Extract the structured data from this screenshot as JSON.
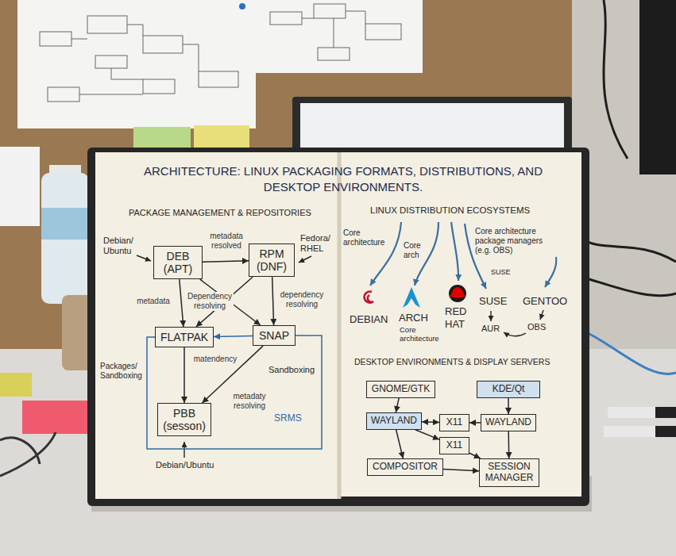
{
  "diagram": {
    "title": "ARCHITECTURE: LINUX PACKAGING FORMATS, DISTRIBUTIONS, AND DESKTOP ENVIRONMENTS.",
    "nodes": [
      {
        "text": [
          "DEB (APT)"
        ]
      },
      {
        "text": [
          "RPM (DNF)"
        ]
      },
      {
        "text": [
          "FLATPAK"
        ]
      },
      {
        "text": [
          "SNAP"
        ]
      },
      {
        "text": [
          "PBB (sesson)"
        ]
      },
      {
        "text": [
          "GNOME/GTK"
        ]
      },
      {
        "text": [
          "KDE/Qt"
        ]
      },
      {
        "text": [
          "WAYLAND"
        ]
      },
      {
        "text": [
          "X11"
        ]
      },
      {
        "text": [
          "WAYLAND"
        ]
      },
      {
        "text": [
          "X11"
        ]
      },
      {
        "text": [
          "COMPOSITOR"
        ]
      },
      {
        "text": [
          "SESSION MANAGER"
        ]
      }
    ],
    "edges": [
      {
        "from": 0,
        "to": 1,
        "arrow": "to",
        "label": "metadata resolved"
      },
      {
        "from": 0,
        "to": 2,
        "arrow": "to",
        "label": "metadata"
      },
      {
        "from": 0,
        "to": 3,
        "arrow": "to",
        "label": "Dependency resolving"
      },
      {
        "from": 1,
        "to": 2,
        "arrow": "to"
      },
      {
        "from": 1,
        "to": 3,
        "arrow": "to",
        "label": "dependency resolving"
      },
      {
        "from": 3,
        "to": 2,
        "arrow": "to",
        "label": "matendency"
      },
      {
        "from": 2,
        "to": 4,
        "arrow": "to"
      },
      {
        "from": 3,
        "to": 4,
        "arrow": "to",
        "label": "metadaty resolving"
      },
      {
        "from": 3,
        "to": 2,
        "arrow": "none"
      },
      {
        "from": 5,
        "to": 7,
        "arrow": "to"
      },
      {
        "from": 6,
        "to": 9,
        "arrow": "to"
      },
      {
        "from": 7,
        "to": 8,
        "arrow": "both"
      },
      {
        "from": 9,
        "to": 8,
        "arrow": "to"
      },
      {
        "from": 7,
        "to": 10,
        "arrow": "to"
      },
      {
        "from": 7,
        "to": 11,
        "arrow": "to"
      },
      {
        "from": 11,
        "to": 12,
        "arrow": "to"
      },
      {
        "from": 10,
        "to": 12,
        "arrow": "to"
      },
      {
        "from": 9,
        "to": 12,
        "arrow": "to"
      }
    ],
    "labels": [
      "PACKAGE MANAGEMENT & REPOSITORIES",
      "Debian/ Ubuntu",
      "Fedora/ RHEL",
      "Packages/ Sandboxing",
      "Sandboxing",
      "SRMS",
      "Debian/Ubuntu",
      "LINUX DISTRIBUTION ECOSYSTEMS",
      "Core architecture",
      "Core arch",
      "Core architecture package managers (e.g. OBS)",
      "SUSE",
      "DEBIAN",
      "ARCH",
      "Core architecture",
      "RED HAT",
      "SUSE",
      "GENTOO",
      "AUR",
      "OBS",
      "DESKTOP ENVIRONMENTS & DISPLAY SERVERS"
    ]
  }
}
